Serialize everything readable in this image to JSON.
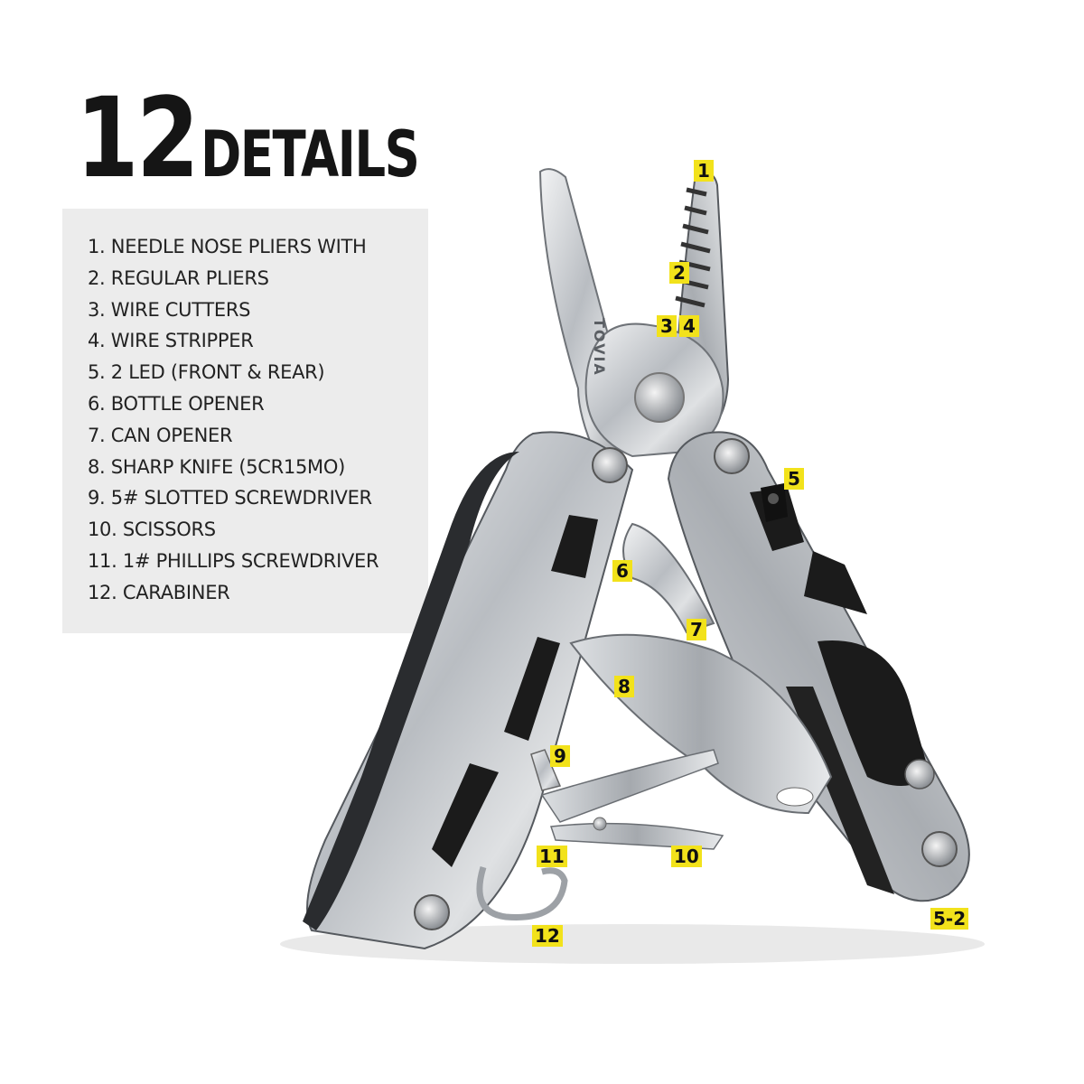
{
  "headline": {
    "number": "12",
    "word": "DETAILS"
  },
  "features": [
    "1.   NEEDLE NOSE PLIERS WITH",
    "2.  REGULAR PLIERS",
    "3.  WIRE CUTTERS",
    "4.  WIRE STRIPPER",
    "5.  2 LED (FRONT & REAR)",
    "6.  BOTTLE OPENER",
    "7.   CAN OPENER",
    "8.  SHARP KNIFE  (5CR15MO)",
    "9.  5# SLOTTED SCREWDRIVER",
    "10. SCISSORS",
    "11. 1# PHILLIPS SCREWDRIVER",
    "12. CARABINER"
  ],
  "callouts": [
    "1",
    "2",
    "3",
    "4",
    "5",
    "6",
    "7",
    "8",
    "9",
    "10",
    "11",
    "12",
    "5-2"
  ],
  "brand_logo": "TOVIA",
  "colors": {
    "badge": "#f2e21b",
    "panel": "#ececec",
    "steel": "#c9ccd0",
    "handle_insert": "#1b1b1b"
  }
}
